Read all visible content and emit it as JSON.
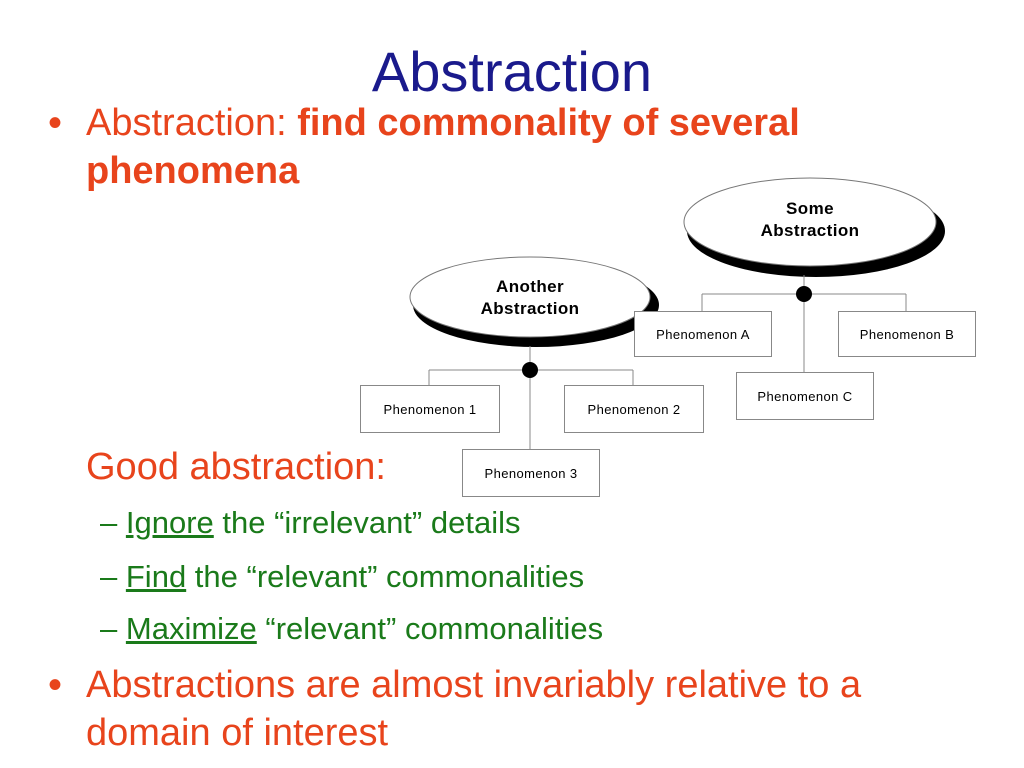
{
  "title": "Abstraction",
  "bullet1": {
    "prefix": "Abstraction: ",
    "bold_line1": "find commonality of several",
    "bold_line2": "phenomena"
  },
  "good_abstraction": "Good abstraction:",
  "subitems": [
    {
      "dash": "–",
      "keyword": "Ignore",
      "rest": " the “irrelevant” details"
    },
    {
      "dash": "–",
      "keyword": "Find",
      "rest": " the “relevant” commonalities"
    },
    {
      "dash": "–",
      "keyword": "Maximize",
      "rest": " “relevant” commonalities"
    }
  ],
  "bullet2": {
    "line1": "Abstractions are almost invariably relative to a",
    "line2": "domain of interest"
  },
  "bullet_symbol": "•",
  "diagram": {
    "some_abstraction": {
      "line1": "Some",
      "line2": "Abstraction"
    },
    "another_abstraction": {
      "line1": "Another",
      "line2": "Abstraction"
    },
    "boxes": {
      "phen_a": "Phenomenon A",
      "phen_b": "Phenomenon B",
      "phen_c": "Phenomenon C",
      "phen_1": "Phenomenon 1",
      "phen_2": "Phenomenon 2",
      "phen_3": "Phenomenon 3"
    }
  },
  "colors": {
    "title": "#1a1a8c",
    "accent_red": "#e8441c",
    "accent_green": "#1a7a1a"
  }
}
